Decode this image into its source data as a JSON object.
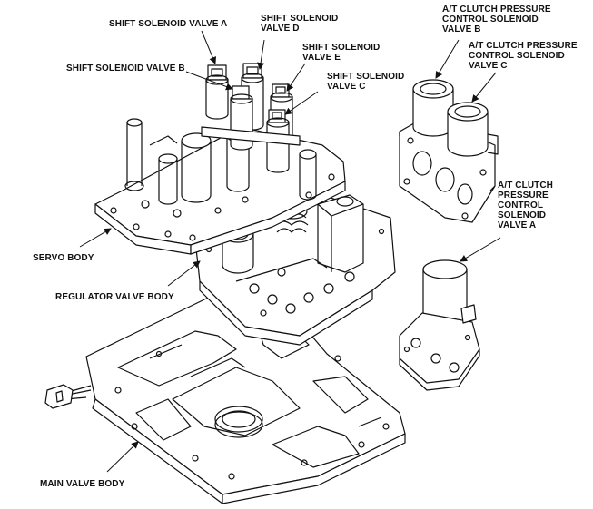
{
  "labels": {
    "shift_solenoid_valve_a": "SHIFT SOLENOID VALVE A",
    "shift_solenoid_valve_d": [
      "SHIFT SOLENOID",
      "VALVE D"
    ],
    "shift_solenoid_valve_b": "SHIFT SOLENOID VALVE B",
    "shift_solenoid_valve_e": [
      "SHIFT SOLENOID",
      "VALVE E"
    ],
    "shift_solenoid_valve_c": [
      "SHIFT SOLENOID",
      "VALVE C"
    ],
    "at_clutch_pressure_control_solenoid_valve_b": [
      "A/T CLUTCH PRESSURE",
      "CONTROL SOLENOID",
      "VALVE B"
    ],
    "at_clutch_pressure_control_solenoid_valve_c": [
      "A/T CLUTCH PRESSURE",
      "CONTROL SOLENOID",
      "VALVE C"
    ],
    "at_clutch_pressure_control_solenoid_valve_a": [
      "A/T CLUTCH",
      "PRESSURE",
      "CONTROL",
      "SOLENOID",
      "VALVE A"
    ],
    "servo_body": "SERVO BODY",
    "regulator_valve_body": "REGULATOR VALVE BODY",
    "main_valve_body": "MAIN VALVE BODY"
  },
  "colors": {
    "ink": "#111111",
    "paper": "#ffffff"
  }
}
